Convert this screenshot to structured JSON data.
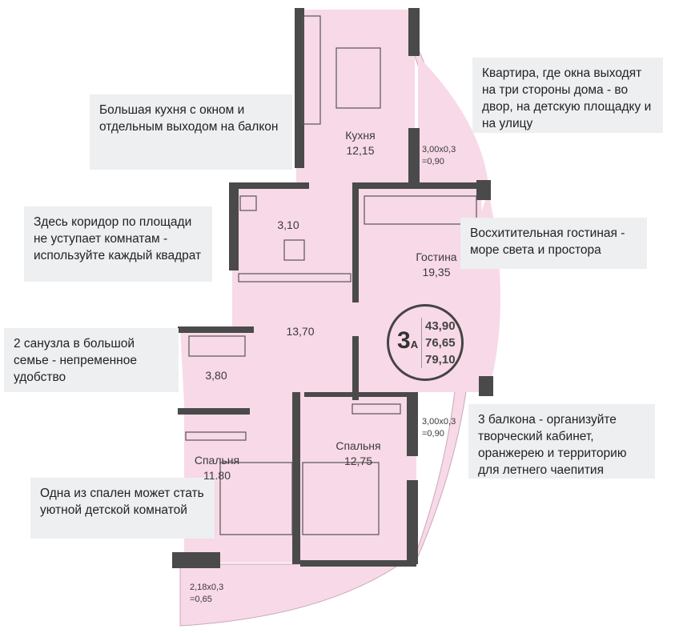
{
  "callouts": {
    "kitchen": "Большая кухня с окном и отдельным выходом на балкон",
    "windows": "Квартира, где окна выходят на три стороны дома - во двор, на детскую площадку и на улицу",
    "corridor": "Здесь коридор по площади не уступает комнатам - используйте каждый квадрат",
    "living": "Восхитительная гостиная - море света и простора",
    "bathrooms": "2 санузла в большой семье - непременное удобство",
    "balconies": "3 балкона - организуйте творческий кабинет, оранжерею и территорию для летнего чаепития",
    "bedroom": "Одна из спален может стать уютной детской комнатой"
  },
  "rooms": {
    "kitchen": {
      "name": "Кухня",
      "area": "12,15"
    },
    "bath1": {
      "area": "3,10"
    },
    "living": {
      "name": "Гостина",
      "area": "19,35"
    },
    "hall": {
      "area": "13,70"
    },
    "bath2": {
      "area": "3,80"
    },
    "bedroom1": {
      "name": "Спальня",
      "area": "11.80"
    },
    "bedroom2": {
      "name": "Спальня",
      "area": "12,75"
    }
  },
  "balconies": {
    "top": {
      "dims": "3,00x0,3",
      "area": "=0,90"
    },
    "right": {
      "dims": "3,00x0,3",
      "area": "=0,90"
    },
    "bottom": {
      "dims": "2,18x0,3",
      "area": "=0,65"
    }
  },
  "badge": {
    "code": "3",
    "suffix": "А",
    "living_area": "43,90",
    "total_area": "76,65",
    "total_with_balcony": "79,10"
  },
  "colors": {
    "floor": "#f8d9e7",
    "wall": "#4a4a4a",
    "callout_bg": "#eeeff1"
  }
}
